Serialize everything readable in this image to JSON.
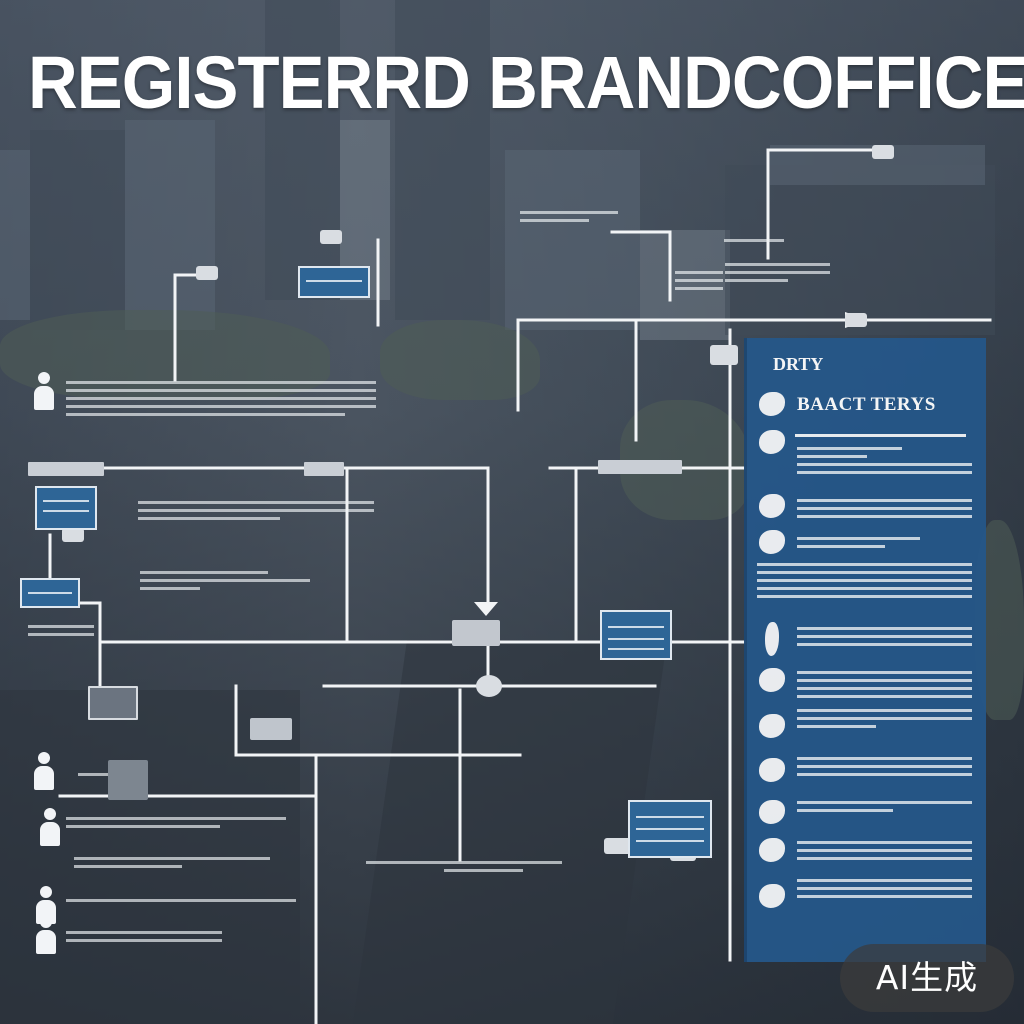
{
  "title": "REGISTERRD BRANDCOFFICE",
  "panel": {
    "heading": "DRTY",
    "subheading": "BAACT TERYS"
  },
  "badge": "AI生成",
  "colors": {
    "node_fill": "#2e6596",
    "panel_fill": "#255789",
    "line": "#f2f4f6",
    "title": "#ffffff"
  }
}
